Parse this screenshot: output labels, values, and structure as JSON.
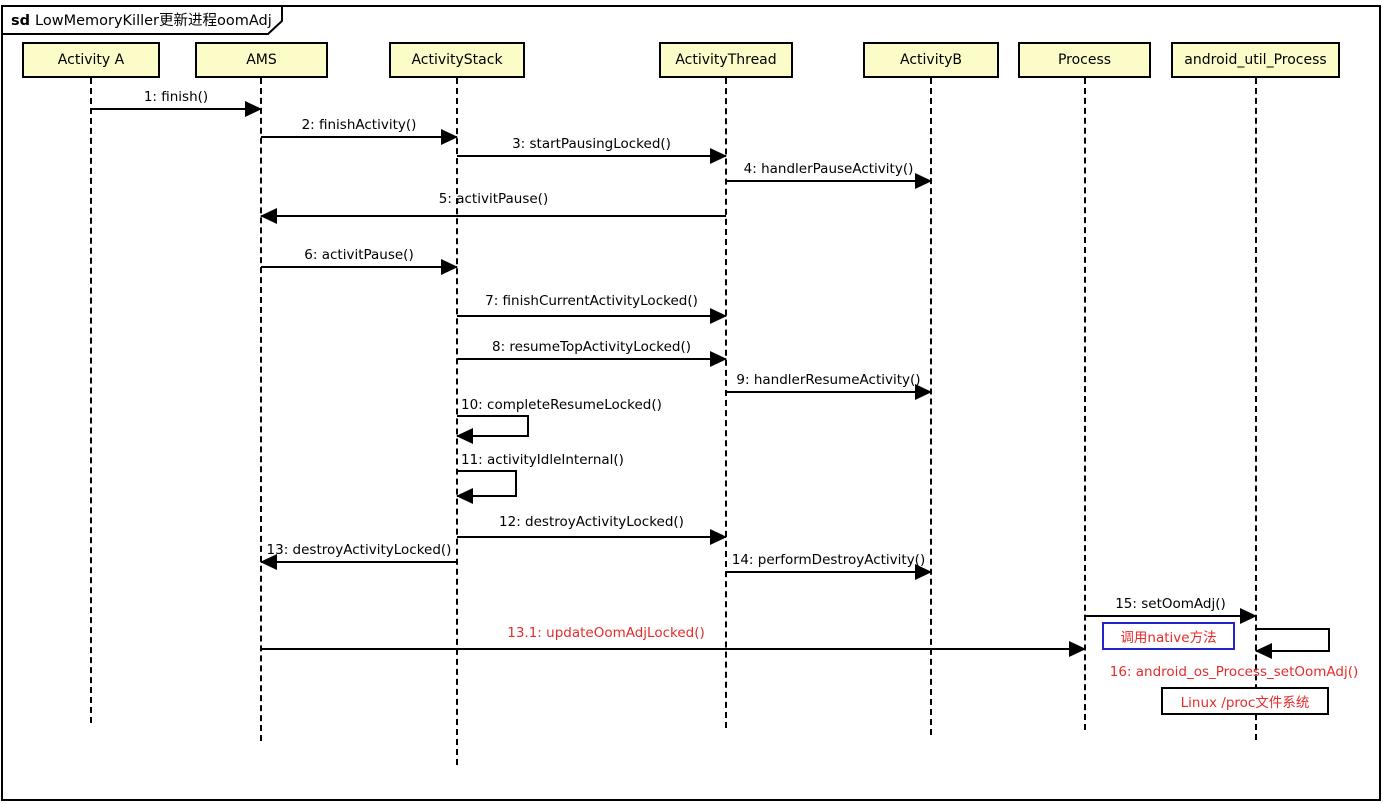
{
  "diagram": {
    "frame_title_keyword": "sd",
    "frame_title": "LowMemoryKiller更新进程oomAdj",
    "colors": {
      "lifeline_header_fill": "#fcfcc8",
      "line_color": "#000000",
      "highlight_text_color": "#e62b2b",
      "native_note_border": "#2323cc",
      "background": "#ffffff"
    },
    "lifelines": [
      {
        "name": "Activity A"
      },
      {
        "name": "AMS"
      },
      {
        "name": "ActivityStack"
      },
      {
        "name": "ActivityThread"
      },
      {
        "name": "ActivityB"
      },
      {
        "name": "Process"
      },
      {
        "name": "android_util_Process"
      }
    ],
    "messages": [
      {
        "label": "1: finish()",
        "from": "Activity A",
        "to": "AMS"
      },
      {
        "label": "2: finishActivity()",
        "from": "AMS",
        "to": "ActivityStack"
      },
      {
        "label": "3: startPausingLocked()",
        "from": "ActivityStack",
        "to": "ActivityThread"
      },
      {
        "label": "4: handlerPauseActivity()",
        "from": "ActivityThread",
        "to": "ActivityB"
      },
      {
        "label": "5: activitPause()",
        "from": "ActivityThread",
        "to": "AMS"
      },
      {
        "label": "6: activitPause()",
        "from": "AMS",
        "to": "ActivityStack"
      },
      {
        "label": "7: finishCurrentActivityLocked()",
        "from": "ActivityStack",
        "to": "ActivityThread"
      },
      {
        "label": "8: resumeTopActivityLocked()",
        "from": "ActivityStack",
        "to": "ActivityThread"
      },
      {
        "label": "9: handlerResumeActivity()",
        "from": "ActivityThread",
        "to": "ActivityB"
      },
      {
        "label": "10: completeResumeLocked()",
        "from": "ActivityStack",
        "to": "ActivityStack"
      },
      {
        "label": "11: activityIdleInternal()",
        "from": "ActivityStack",
        "to": "ActivityStack"
      },
      {
        "label": "12: destroyActivityLocked()",
        "from": "ActivityStack",
        "to": "ActivityThread"
      },
      {
        "label": "13: destroyActivityLocked()",
        "from": "ActivityStack",
        "to": "AMS"
      },
      {
        "label": "14: performDestroyActivity()",
        "from": "ActivityThread",
        "to": "ActivityB"
      },
      {
        "label": "15: setOomAdj()",
        "from": "Process",
        "to": "android_util_Process"
      },
      {
        "label": "13.1: updateOomAdjLocked()",
        "from": "AMS",
        "to": "Process",
        "highlighted": true
      },
      {
        "label": "16: android_os_Process_setOomAdj()",
        "from": "android_util_Process",
        "to": "android_util_Process",
        "highlighted": true
      }
    ],
    "notes": [
      {
        "text": "调用native方法"
      },
      {
        "text": "Linux /proc文件系统"
      }
    ]
  }
}
